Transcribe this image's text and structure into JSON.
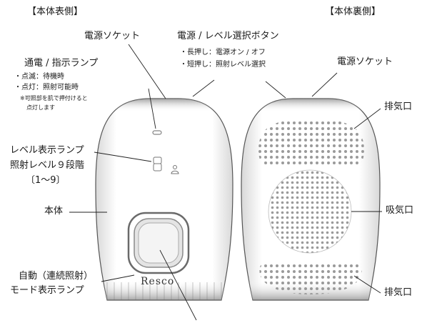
{
  "sections": {
    "front": "【本体表側】",
    "back": "【本体裏側】"
  },
  "front": {
    "power_socket": "電源ソケット",
    "power_lamp": {
      "title": "通電 / 指示ランプ",
      "lines": [
        "・点滅：待機時",
        "・点灯：照射可能時"
      ],
      "note": [
        "※可照部を肌で押付けると",
        "点灯します"
      ]
    },
    "level_lamp": {
      "title": "レベル表示ランプ",
      "sub1": "照射レベル９段階",
      "sub2": "〔1～9〕"
    },
    "body": "本体",
    "auto_mode": {
      "line1": "自動（連続照射）",
      "line2": "モード表示ランプ"
    },
    "display_digit": "8",
    "brand": "Resco"
  },
  "center": {
    "button": {
      "title": "電源 / レベル選択ボタン",
      "line1": "・長押し：電源オン / オフ",
      "line2": "・短押し：照射レベル選択"
    }
  },
  "back": {
    "power_socket": "電源ソケット",
    "exhaust_top": "排気口",
    "intake": "吸気口",
    "exhaust_bottom": "排気口"
  }
}
